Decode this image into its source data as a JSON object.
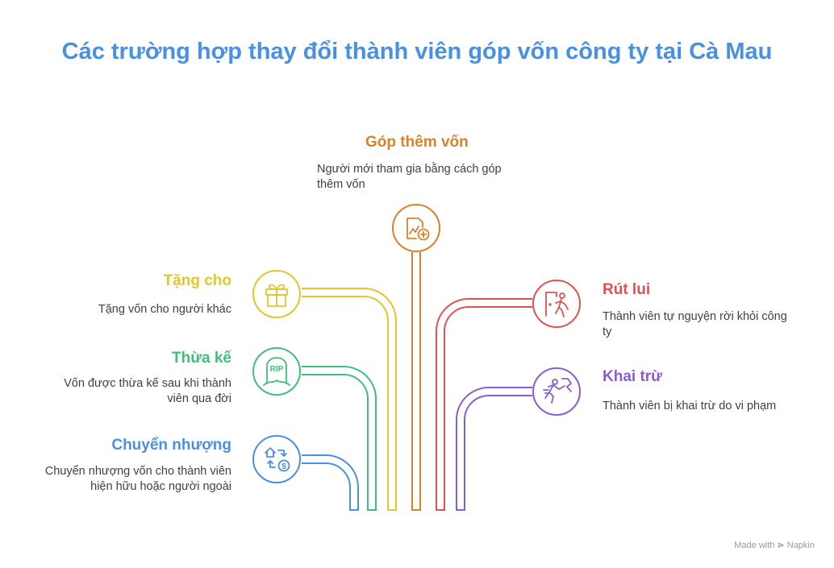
{
  "title": "Các trường hợp thay đổi thành viên góp vốn công ty tại Cà Mau",
  "colors": {
    "blue": "#4a90e2",
    "green": "#3fbf7a",
    "yellow": "#e3c629",
    "orange": "#d9822b",
    "red": "#e05252",
    "purple": "#8a5cd6"
  },
  "items": {
    "gop_them_von": {
      "heading": "Góp thêm vốn",
      "desc_lines": [
        "Người mới tham gia bằng cách góp",
        "thêm vốn"
      ],
      "icon": "chart-plus-icon"
    },
    "tang_cho": {
      "heading": "Tặng cho",
      "desc_lines": [
        "Tặng vốn cho người khác"
      ],
      "icon": "gift-icon"
    },
    "thua_ke": {
      "heading": "Thừa kế",
      "desc_lines": [
        "Vốn được thừa kế sau khi thành",
        "viên qua đời"
      ],
      "icon": "rip-tombstone-icon"
    },
    "chuyen_nhuong": {
      "heading": "Chuyển nhượng",
      "desc_lines": [
        "Chuyển nhượng vốn cho thành viên",
        "hiện hữu hoặc người ngoài"
      ],
      "icon": "transfer-money-icon"
    },
    "rut_lui": {
      "heading": "Rút lui",
      "desc_lines": [
        "Thành viên tự nguyện rời khỏi công",
        "ty"
      ],
      "icon": "exit-door-icon"
    },
    "khai_tru": {
      "heading": "Khai trừ",
      "desc_lines": [
        "Thành viên bị khai trừ do vi phạm"
      ],
      "icon": "kick-out-icon"
    }
  },
  "credit": {
    "made_with": "Made with",
    "brand": "Napkin"
  }
}
